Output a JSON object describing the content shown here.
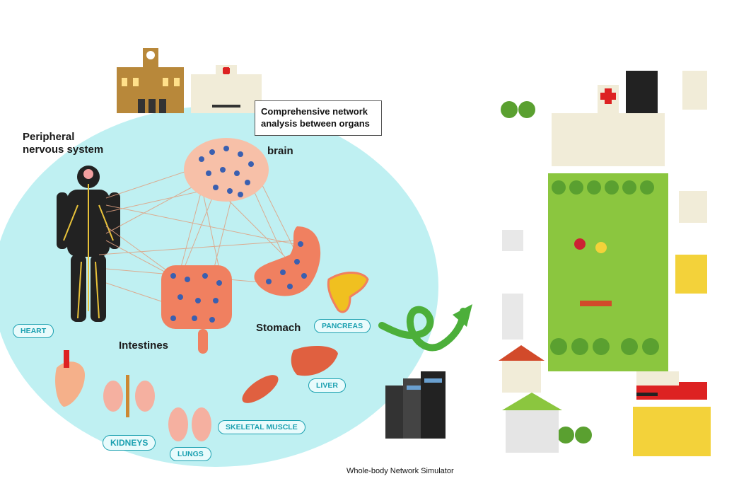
{
  "labels": {
    "pns": "Peripheral\nnervous system",
    "brain": "brain",
    "intestines": "Intestines",
    "stomach": "Stomach",
    "callout": "Comprehensive network analysis between organs",
    "simulator": "Whole-body Network Simulator"
  },
  "pills": {
    "heart": "HEART",
    "pancreas": "PANCREAS",
    "liver": "LIVER",
    "kidneys": "KIDNEYS",
    "lungs": "LUNGS",
    "skeletal_muscle": "SKELETAL MUSCLE"
  },
  "colors": {
    "bubble": "#bff0f2",
    "organ": "#f08060",
    "node": "#3a5fb0",
    "link": "#e0a080",
    "arrow": "#4caf3a",
    "park": "#8bc63f"
  },
  "icons": [
    "university-icon",
    "hospital-icon",
    "human-body-icon",
    "server-rack-icon",
    "spiral-arrow-icon",
    "city-illustration-icon"
  ]
}
